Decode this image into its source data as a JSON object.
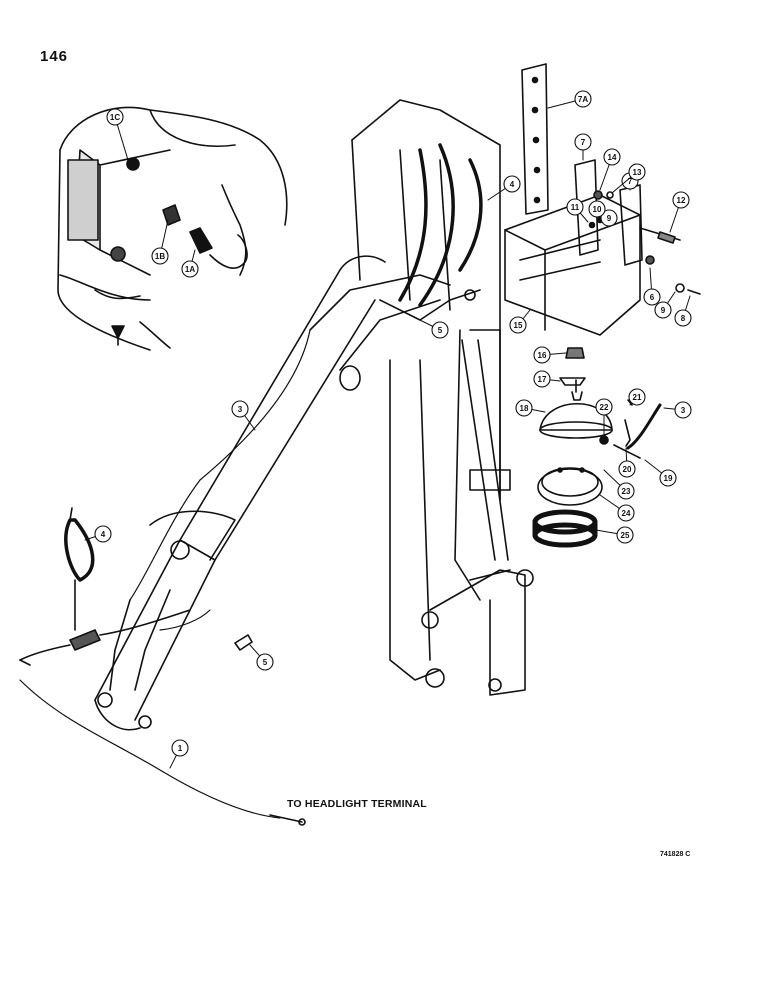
{
  "page_number": "146",
  "reference_code": "741828 C",
  "wire_destination": "TO HEADLIGHT TERMINAL",
  "callouts": [
    {
      "id": "1",
      "label": "1"
    },
    {
      "id": "1a",
      "label": "1A"
    },
    {
      "id": "1b",
      "label": "1B"
    },
    {
      "id": "1c",
      "label": "1C"
    },
    {
      "id": "3-boom",
      "label": "3"
    },
    {
      "id": "3-light",
      "label": "3"
    },
    {
      "id": "4-top",
      "label": "4"
    },
    {
      "id": "4-left",
      "label": "4"
    },
    {
      "id": "5-boom",
      "label": "5"
    },
    {
      "id": "5-clip",
      "label": "5"
    },
    {
      "id": "6",
      "label": "6"
    },
    {
      "id": "7-left",
      "label": "7"
    },
    {
      "id": "7-right",
      "label": "7"
    },
    {
      "id": "7a",
      "label": "7A"
    },
    {
      "id": "8",
      "label": "8"
    },
    {
      "id": "9-top",
      "label": "9"
    },
    {
      "id": "9-bottom",
      "label": "9"
    },
    {
      "id": "10",
      "label": "10"
    },
    {
      "id": "11",
      "label": "11"
    },
    {
      "id": "12",
      "label": "12"
    },
    {
      "id": "13",
      "label": "13"
    },
    {
      "id": "14",
      "label": "14"
    },
    {
      "id": "15",
      "label": "15"
    },
    {
      "id": "16",
      "label": "16"
    },
    {
      "id": "17",
      "label": "17"
    },
    {
      "id": "18",
      "label": "18"
    },
    {
      "id": "19",
      "label": "19"
    },
    {
      "id": "20",
      "label": "20"
    },
    {
      "id": "21",
      "label": "21"
    },
    {
      "id": "22",
      "label": "22"
    },
    {
      "id": "23",
      "label": "23"
    },
    {
      "id": "24",
      "label": "24"
    },
    {
      "id": "25",
      "label": "25"
    }
  ]
}
